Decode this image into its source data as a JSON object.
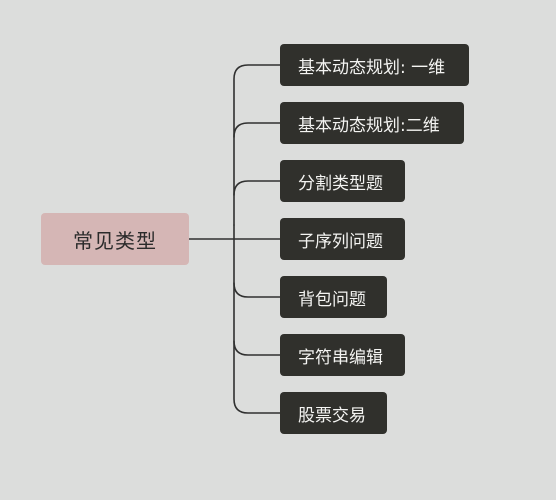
{
  "root": {
    "label": "常见类型"
  },
  "branches": [
    {
      "label": "基本动态规划: 一维"
    },
    {
      "label": "基本动态规划:二维"
    },
    {
      "label": "分割类型题"
    },
    {
      "label": "子序列问题"
    },
    {
      "label": "背包问题"
    },
    {
      "label": "字符串编辑"
    },
    {
      "label": "股票交易"
    }
  ],
  "colors": {
    "background": "#dcdddc",
    "root_fill": "#d5b6b5",
    "branch_fill": "#30302c",
    "branch_text": "#f4f4f2",
    "connector": "#303030"
  }
}
